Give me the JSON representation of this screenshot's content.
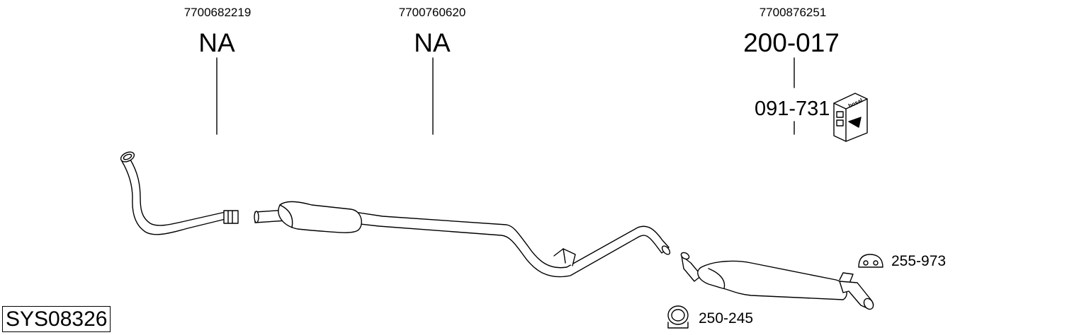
{
  "oem_numbers": [
    "7700682219",
    "7700760620",
    "7700876251"
  ],
  "part_numbers": [
    "NA",
    "NA",
    "200-017"
  ],
  "kit_number": "091-731",
  "mount_number": "255-973",
  "clamp_number": "250-245",
  "system_code": "SYS08326",
  "kit_box_text": "bosal"
}
